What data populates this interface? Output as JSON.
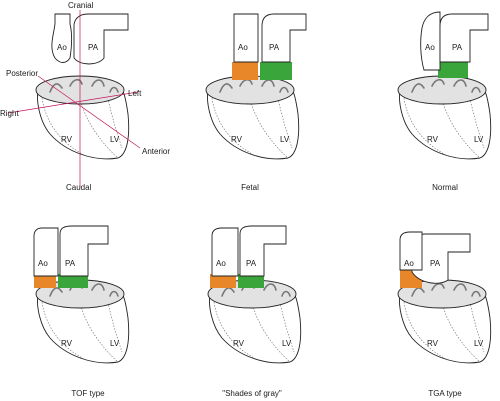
{
  "axis_labels": {
    "cranial": "Cranial",
    "caudal": "Caudal",
    "posterior": "Posterior",
    "anterior": "Anterior",
    "left": "Left",
    "right": "Right"
  },
  "panels": [
    {
      "id": "axes",
      "caption": "",
      "ao": "Ao",
      "pa": "PA",
      "rv": "RV",
      "lv": "LV",
      "conus": "none"
    },
    {
      "id": "fetal",
      "caption": "Fetal",
      "ao": "Ao",
      "pa": "PA",
      "rv": "RV",
      "lv": "LV",
      "conus": "bilateral"
    },
    {
      "id": "normal",
      "caption": "Normal",
      "ao": "Ao",
      "pa": "PA",
      "rv": "RV",
      "lv": "LV",
      "conus": "subpulmonary"
    },
    {
      "id": "tof",
      "caption": "TOF type",
      "ao": "Ao",
      "pa": "PA",
      "rv": "RV",
      "lv": "LV",
      "conus": "bilateral"
    },
    {
      "id": "shades",
      "caption": "\"Shades of gray\"",
      "ao": "Ao",
      "pa": "PA",
      "rv": "RV",
      "lv": "LV",
      "conus": "bilateral"
    },
    {
      "id": "tga",
      "caption": "TGA type",
      "ao": "Ao",
      "pa": "PA",
      "rv": "RV",
      "lv": "LV",
      "conus": "subaortic"
    }
  ],
  "colors": {
    "subaortic_conus": "#e8862a",
    "subpulmonary_conus": "#3aa53a",
    "axis_line": "#c2185b",
    "valve_plane": "#e2e2e2"
  }
}
